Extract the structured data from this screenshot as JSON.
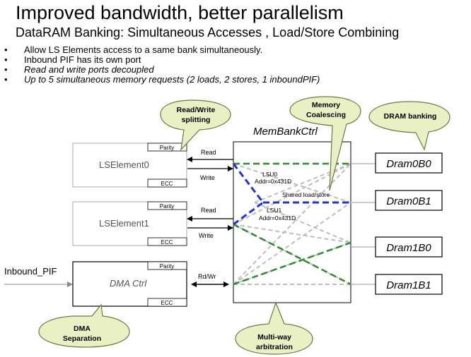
{
  "slide": {
    "title": "Improved bandwidth, better parallelism",
    "subtitle": "DataRAM Banking: Simultaneous Accesses , Load/Store Combining",
    "bullets": [
      {
        "text": "Allow LS Elements access to a same bank simultaneously.",
        "italic": false
      },
      {
        "text": "Inbound PIF has its own port",
        "italic": false
      },
      {
        "text": "Read and write ports decoupled",
        "italic": true
      },
      {
        "text": "Up to 5 simultaneous memory requests (2 loads, 2 stores, 1 inboundPIF)",
        "italic": true
      }
    ],
    "bullet_char": "•"
  },
  "diagram": {
    "callouts": {
      "rw_splitting": [
        "Read/Write",
        "splitting"
      ],
      "memory_coalescing": [
        "Memory",
        "Coalescing"
      ],
      "dram_banking": "DRAM banking",
      "dma_separation": [
        "DMA",
        "Separation"
      ],
      "multiway": [
        "Multi-way",
        "arbitration"
      ]
    },
    "membankctrl": "MemBankCtrl",
    "elements": {
      "ls0": {
        "name": "LSElement0",
        "parity": "Parity",
        "ecc": "ECC"
      },
      "ls1": {
        "name": "LSElement1",
        "parity": "Parity",
        "ecc": "ECC"
      },
      "dma": {
        "name": "DMA Ctrl",
        "parity": "Parity",
        "ecc": "ECC"
      }
    },
    "port_labels": {
      "read0": "Read",
      "write0": "Write",
      "read1": "Read",
      "write1": "Write",
      "rdwr": "Rd/Wr"
    },
    "inbound": "Inbound_PIF",
    "lsu0": {
      "name": "LSU0",
      "addr": "Addr=0x431D"
    },
    "lsu1": {
      "name": "LSU1",
      "addr": "Addr=0x431D"
    },
    "shared": "Shared load/store",
    "banks": [
      "Dram0B0",
      "Dram0B1",
      "Dram1B0",
      "Dram1B1"
    ],
    "colors": {
      "callout_fill": "#e8f0c4",
      "callout_stroke": "#6c7a46",
      "lsu_blue": "#2233cc",
      "green": "#2f8a2f",
      "gray": "#bdbdbd",
      "box_gray": "#a8a8a8"
    }
  }
}
